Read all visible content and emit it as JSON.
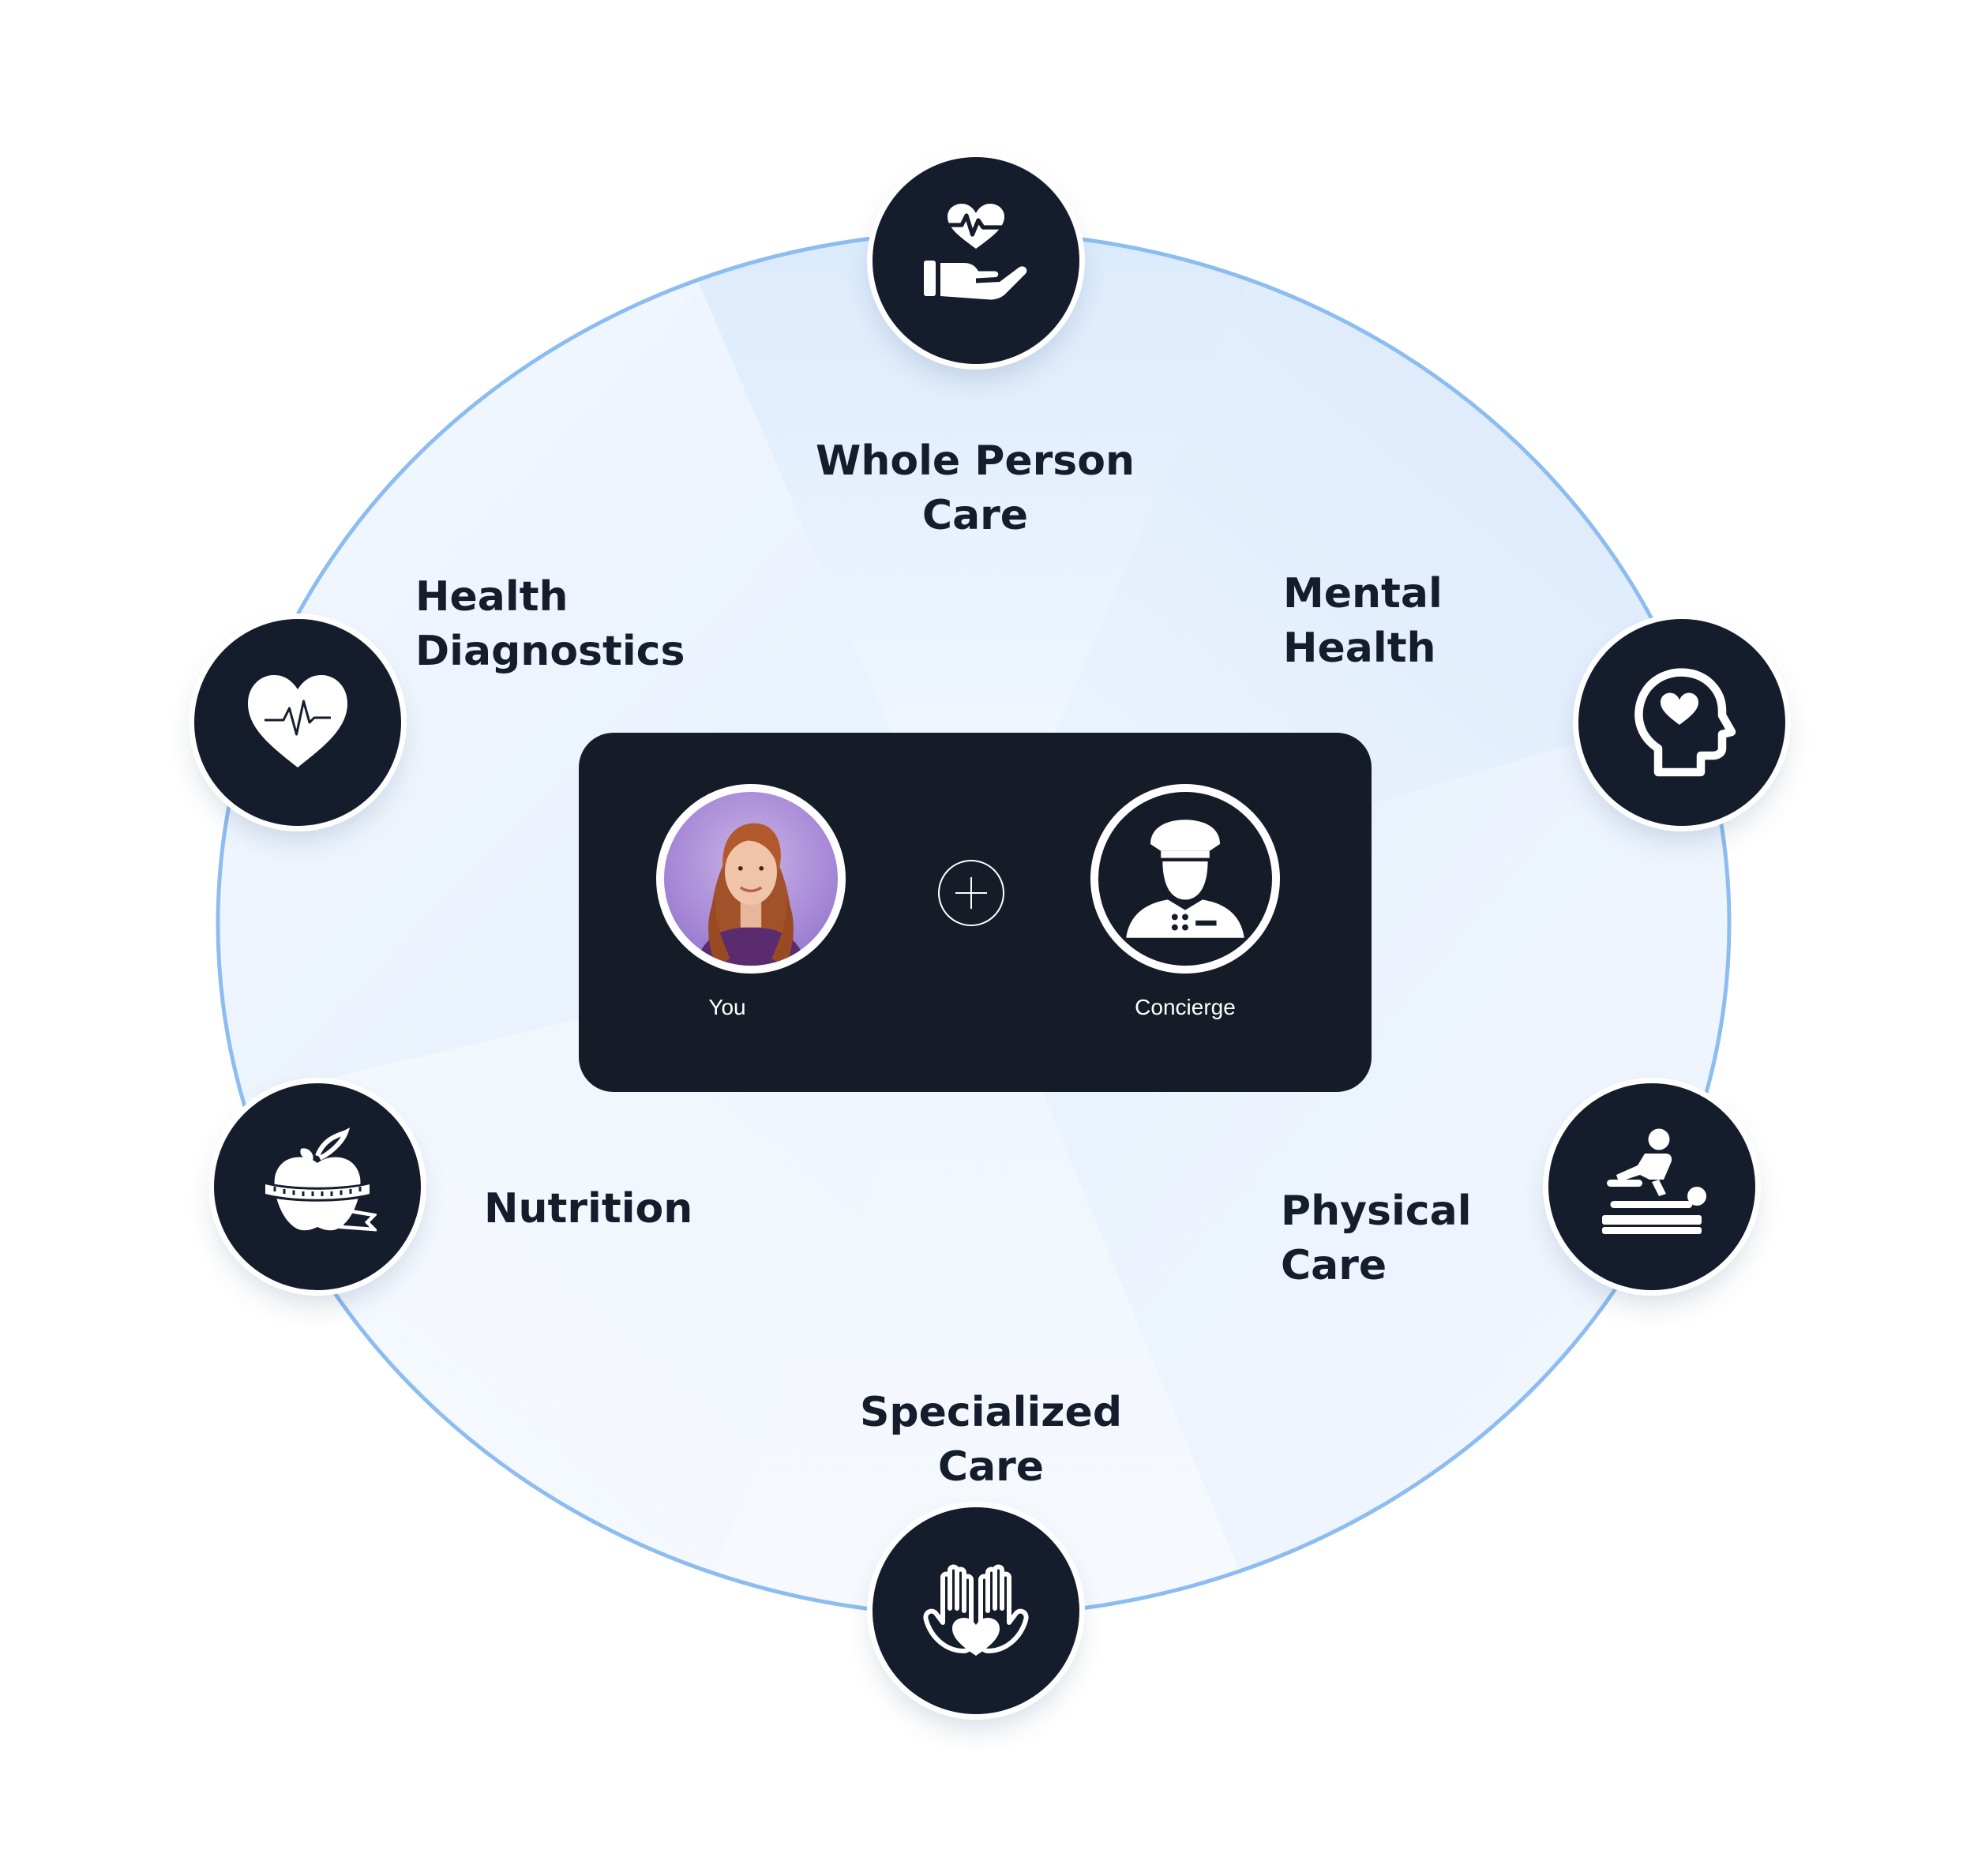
{
  "diagram": {
    "segments": [
      {
        "id": "whole-person-care",
        "label": "Whole Person\nCare",
        "icon": "heart-in-hand-icon"
      },
      {
        "id": "mental-health",
        "label": "Mental\nHealth",
        "icon": "head-heart-icon"
      },
      {
        "id": "physical-care",
        "label": "Physical\nCare",
        "icon": "massage-therapy-icon"
      },
      {
        "id": "specialized-care",
        "label": "Specialized\nCare",
        "icon": "hands-heart-icon"
      },
      {
        "id": "nutrition",
        "label": "Nutrition",
        "icon": "apple-measuring-tape-icon"
      },
      {
        "id": "health-diagnostics",
        "label": "Health\nDiagnostics",
        "icon": "heart-pulse-icon"
      }
    ],
    "center": {
      "you_label": "You",
      "concierge_label": "Concierge",
      "joiner_icon": "plus-circle-icon"
    }
  },
  "colors": {
    "node_fill": "#151c2b",
    "card_fill": "#151c28",
    "ring_stroke": "#8dbdf0",
    "wedge_light": "#f3f8ff",
    "wedge_dark": "#dbeafc",
    "text": "#151c2b"
  }
}
